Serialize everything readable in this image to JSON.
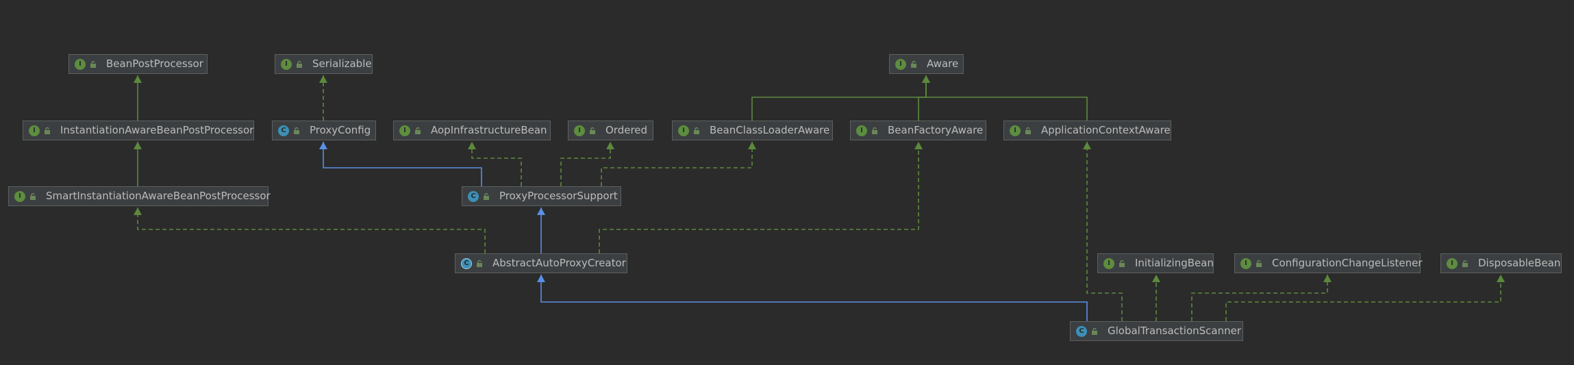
{
  "colors": {
    "background": "#2b2b2b",
    "node_fill": "#3c3f41",
    "node_border": "#5e6060",
    "text": "#bbbbbb",
    "implements_edge": "#5c8a3c",
    "extends_edge": "#5a8fe6",
    "interface_badge": "#5d8d3f",
    "class_badge": "#3d90b7"
  },
  "icons": {
    "interface": "interface-badge-icon",
    "class": "class-badge-icon",
    "abstract": "abstract-class-badge-icon",
    "visibility": "lock-icon"
  },
  "badge_letters": {
    "interface": "I",
    "class": "C",
    "abstract": "C"
  },
  "nodes": {
    "bean_post_processor": {
      "label": "BeanPostProcessor",
      "kind": "interface"
    },
    "serializable": {
      "label": "Serializable",
      "kind": "interface"
    },
    "aware": {
      "label": "Aware",
      "kind": "interface"
    },
    "instantiation_aware": {
      "label": "InstantiationAwareBeanPostProcessor",
      "kind": "interface"
    },
    "proxy_config": {
      "label": "ProxyConfig",
      "kind": "class"
    },
    "aop_infrastructure_bean": {
      "label": "AopInfrastructureBean",
      "kind": "interface"
    },
    "ordered": {
      "label": "Ordered",
      "kind": "interface"
    },
    "bean_class_loader_aware": {
      "label": "BeanClassLoaderAware",
      "kind": "interface"
    },
    "bean_factory_aware": {
      "label": "BeanFactoryAware",
      "kind": "interface"
    },
    "application_context_aware": {
      "label": "ApplicationContextAware",
      "kind": "interface"
    },
    "smart_instantiation_aware": {
      "label": "SmartInstantiationAwareBeanPostProcessor",
      "kind": "interface"
    },
    "proxy_processor_support": {
      "label": "ProxyProcessorSupport",
      "kind": "class"
    },
    "abstract_auto_proxy_creator": {
      "label": "AbstractAutoProxyCreator",
      "kind": "abstract"
    },
    "initializing_bean": {
      "label": "InitializingBean",
      "kind": "interface"
    },
    "configuration_change_listener": {
      "label": "ConfigurationChangeListener",
      "kind": "interface"
    },
    "disposable_bean": {
      "label": "DisposableBean",
      "kind": "interface"
    },
    "global_transaction_scanner": {
      "label": "GlobalTransactionScanner",
      "kind": "class"
    }
  },
  "edges": [
    {
      "from": "instantiation_aware",
      "to": "bean_post_processor",
      "type": "extends-interface"
    },
    {
      "from": "smart_instantiation_aware",
      "to": "instantiation_aware",
      "type": "extends-interface"
    },
    {
      "from": "proxy_config",
      "to": "serializable",
      "type": "implements"
    },
    {
      "from": "bean_class_loader_aware",
      "to": "aware",
      "type": "extends-interface"
    },
    {
      "from": "bean_factory_aware",
      "to": "aware",
      "type": "extends-interface"
    },
    {
      "from": "application_context_aware",
      "to": "aware",
      "type": "extends-interface"
    },
    {
      "from": "proxy_processor_support",
      "to": "proxy_config",
      "type": "extends"
    },
    {
      "from": "proxy_processor_support",
      "to": "aop_infrastructure_bean",
      "type": "implements"
    },
    {
      "from": "proxy_processor_support",
      "to": "ordered",
      "type": "implements"
    },
    {
      "from": "proxy_processor_support",
      "to": "bean_class_loader_aware",
      "type": "implements"
    },
    {
      "from": "abstract_auto_proxy_creator",
      "to": "proxy_processor_support",
      "type": "extends"
    },
    {
      "from": "abstract_auto_proxy_creator",
      "to": "smart_instantiation_aware",
      "type": "implements"
    },
    {
      "from": "abstract_auto_proxy_creator",
      "to": "bean_factory_aware",
      "type": "implements"
    },
    {
      "from": "global_transaction_scanner",
      "to": "abstract_auto_proxy_creator",
      "type": "extends"
    },
    {
      "from": "global_transaction_scanner",
      "to": "application_context_aware",
      "type": "implements"
    },
    {
      "from": "global_transaction_scanner",
      "to": "initializing_bean",
      "type": "implements"
    },
    {
      "from": "global_transaction_scanner",
      "to": "configuration_change_listener",
      "type": "implements"
    },
    {
      "from": "global_transaction_scanner",
      "to": "disposable_bean",
      "type": "implements"
    }
  ]
}
